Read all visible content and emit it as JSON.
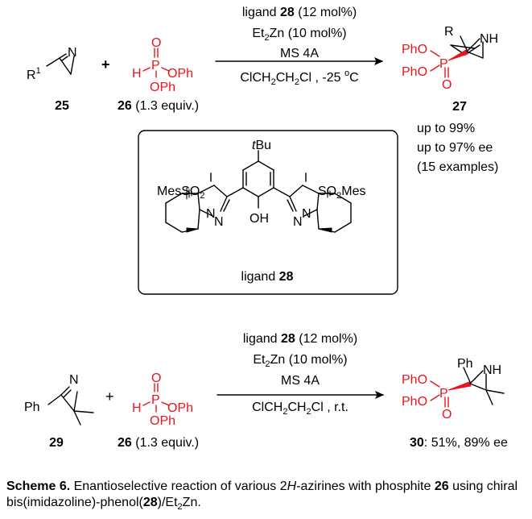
{
  "scheme1": {
    "reagent_ligand_prefix": "ligand ",
    "reagent_ligand_num": "28",
    "reagent_ligand_loading": " (12 mol%)",
    "reagent_zn_a": "Et",
    "reagent_zn_sub": "2",
    "reagent_zn_b": "Zn (10 mol%)",
    "reagent_ms": "MS 4A",
    "reagent_solvent": "ClCH",
    "reagent_solvent_2": "CH",
    "reagent_solvent_3": "Cl , -25 ",
    "reagent_solvent_deg": "o",
    "reagent_solvent_c": "C",
    "sub_sub": "2",
    "azirine_R": "R",
    "azirine_R_sup": "1",
    "azirine_N": "N",
    "plus": "+",
    "phos_O": "O",
    "phos_H": "H",
    "phos_P": "P",
    "phos_OPh_right": "OPh",
    "phos_OPh_bottom": "OPh",
    "prod_R": "R",
    "prod_NH": "NH",
    "prod_PhO1": "PhO",
    "prod_PhO2": "PhO",
    "prod_P": "P",
    "prod_O": "O",
    "label_25": "25",
    "label_26": "26",
    "label_26_equiv": " (1.3 equiv.)",
    "label_27": "27",
    "result_yield": "up to 99%",
    "result_ee": "up to 97% ee",
    "result_examples": "(15 examples)"
  },
  "ligand": {
    "tBu_t": "t",
    "tBu_Bu": "Bu",
    "left_sulfonyl_a": "MesSO",
    "left_sulfonyl_sub": "2",
    "right_sulfonyl_a": "SO",
    "right_sulfonyl_sub": "2",
    "right_sulfonyl_b": "Mes",
    "N_left_top": "N",
    "N_left_bottom": "N",
    "N_right_top": "N",
    "N_right_bottom": "N",
    "OH": "OH",
    "caption_prefix": "ligand ",
    "caption_num": "28"
  },
  "scheme2": {
    "reagent_ligand_prefix": "ligand ",
    "reagent_ligand_num": "28",
    "reagent_ligand_loading": " (12 mol%)",
    "reagent_zn_a": "Et",
    "reagent_zn_sub": "2",
    "reagent_zn_b": "Zn (10 mol%)",
    "reagent_ms": "MS 4A",
    "reagent_solvent": "ClCH",
    "reagent_solvent_2": "CH",
    "reagent_solvent_3": "Cl , r.t.",
    "sub_sub": "2",
    "azirine_Ph": "Ph",
    "azirine_N": "N",
    "plus": "+",
    "phos_O": "O",
    "phos_H": "H",
    "phos_P": "P",
    "phos_OPh_right": "OPh",
    "phos_OPh_bottom": "OPh",
    "prod_Ph": "Ph",
    "prod_NH": "NH",
    "prod_PhO1": "PhO",
    "prod_PhO2": "PhO",
    "prod_P": "P",
    "prod_O": "O",
    "label_29": "29",
    "label_26": "26",
    "label_26_equiv": " (1.3 equiv.)",
    "label_30": "30",
    "label_30_result": ": 51%, 89% ee"
  },
  "caption": {
    "title": "Scheme 6.",
    "text_a": " Enantioselective reaction of various 2",
    "text_H": "H",
    "text_b": "-azirines with phosphite ",
    "num_26": "26",
    "text_c": " using chiral bis(imidazoline)-phenol(",
    "num_28": "28",
    "text_d": ")/Et",
    "sub": "2",
    "text_e": "Zn."
  },
  "colors": {
    "red": "#e8141e",
    "black": "#000000"
  }
}
